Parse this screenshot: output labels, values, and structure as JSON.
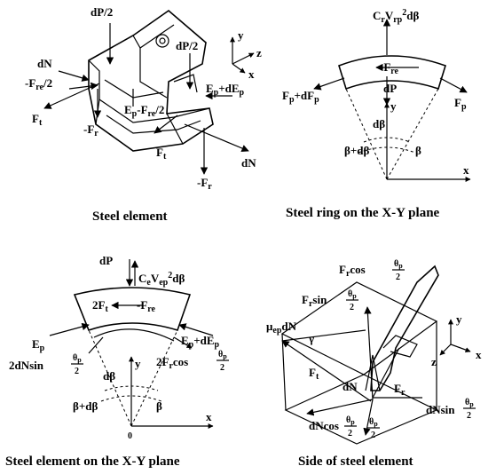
{
  "panels": {
    "p1": {
      "caption": "Steel element",
      "labels": {
        "dP2_left": "dP/2",
        "dP2_right": "dP/2",
        "dN_left": "dN",
        "fre2": "-F",
        "fre2_sub": "re",
        "fre2_tail": "/2",
        "ft_left": "F",
        "ft_left_sub": "t",
        "fr_left": "-F",
        "fr_left_sub": "r",
        "ep": "E",
        "ep_sub": "p",
        "ep_tail": "-F",
        "ep_tail_sub": "re",
        "ep_tail2": "/2",
        "epde": "E",
        "epde_sub": "p",
        "epde_tail": "+dE",
        "epde_tail_sub": "p",
        "ft_right": "F",
        "ft_right_sub": "t",
        "dN_right": "dN",
        "fr_bottom": "-F",
        "fr_bottom_sub": "r",
        "axis_y": "y",
        "axis_x": "x",
        "axis_z": "z"
      }
    },
    "p2": {
      "caption": "Steel ring  on the X-Y plane",
      "labels": {
        "top": "C",
        "top_sub1": "r",
        "top_mid": "V",
        "top_sub2": "rp",
        "top_sup": "2",
        "top_tail": "dβ",
        "fre": "-F",
        "fre_sub": "re",
        "fpdf": "F",
        "fpdf_sub": "p",
        "fpdf_tail": "+dF",
        "fpdf_tail_sub": "p",
        "fp": "F",
        "fp_sub": "p",
        "dp": "dP",
        "y": "y",
        "dbeta": "dβ",
        "beta_dbeta": "β+dβ",
        "beta": "β",
        "x": "x"
      }
    },
    "p3": {
      "caption": "Steel element on the X-Y plane",
      "labels": {
        "dp": "dP",
        "top": "C",
        "top_sub1": "e",
        "top_mid": "V",
        "top_sub2": "ep",
        "top_sup": "2",
        "top_tail": "dβ",
        "ft2": "2F",
        "ft2_sub": "t",
        "fre": "-F",
        "fre_sub": "re",
        "ep": "E",
        "ep_sub": "p",
        "epde": "E",
        "epde_sub": "p",
        "epde_tail": "+dE",
        "epde_tail_sub": "p",
        "dnsin": "2dNsin",
        "frcos": "2F",
        "frcos_sub": "r",
        "frcos_tail": "cos",
        "theta": "θ",
        "theta_sub": "p",
        "two": "2",
        "dbeta": "dβ",
        "y": "y",
        "beta_dbeta": "β+dβ",
        "beta": "β",
        "x": "x",
        "origin": "0"
      }
    },
    "p4": {
      "caption": "Side of steel element",
      "labels": {
        "frcos": "F",
        "frcos_sub": "r",
        "frcos_tail": "cos",
        "frsin": "F",
        "frsin_sub": "r",
        "frsin_tail": "sin",
        "mu": "μ",
        "mu_sub": "ep",
        "mu_tail": "dN",
        "gamma": "γ",
        "ft": "F",
        "ft_sub": "t",
        "dn": "dN",
        "fr": "F",
        "fr_sub": "r",
        "dncos": "dNcos",
        "dnsin": "dNsin",
        "theta": "θ",
        "theta_sub": "p",
        "two": "2",
        "y": "y",
        "z": "z",
        "x": "x"
      }
    }
  }
}
